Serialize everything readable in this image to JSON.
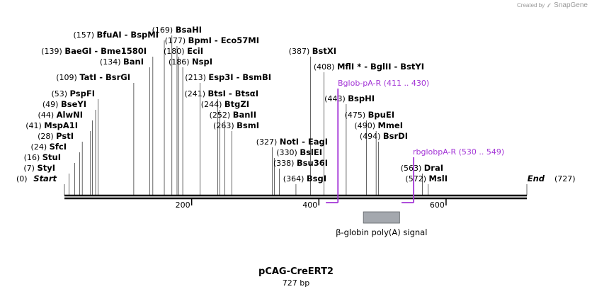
{
  "credit": {
    "prefix": "Created by",
    "brand": "SnapGene"
  },
  "plasmid": {
    "name": "pCAG-CreERT2",
    "length_label": "727 bp",
    "length_bp": 727
  },
  "sites": [
    {
      "pos": "(0)",
      "bp": 0,
      "names": [
        "Start"
      ],
      "italic": true
    },
    {
      "pos": "(7)",
      "bp": 7,
      "names": [
        "StyI"
      ]
    },
    {
      "pos": "(16)",
      "bp": 16,
      "names": [
        "StuI"
      ]
    },
    {
      "pos": "(24)",
      "bp": 24,
      "names": [
        "SfcI"
      ]
    },
    {
      "pos": "(28)",
      "bp": 28,
      "names": [
        "PstI"
      ]
    },
    {
      "pos": "(41)",
      "bp": 41,
      "names": [
        "MspA1I"
      ]
    },
    {
      "pos": "(44)",
      "bp": 44,
      "names": [
        "AlwNI"
      ]
    },
    {
      "pos": "(49)",
      "bp": 49,
      "names": [
        "BseYI"
      ]
    },
    {
      "pos": "(53)",
      "bp": 53,
      "names": [
        "PspFI"
      ]
    },
    {
      "pos": "(109)",
      "bp": 109,
      "names": [
        "TatI",
        "BsrGI"
      ]
    },
    {
      "pos": "(134)",
      "bp": 134,
      "names": [
        "BanI"
      ]
    },
    {
      "pos": "(139)",
      "bp": 139,
      "names": [
        "BaeGI",
        "Bme1580I"
      ]
    },
    {
      "pos": "(157)",
      "bp": 157,
      "names": [
        "BfuAI",
        "BspMI"
      ]
    },
    {
      "pos": "(169)",
      "bp": 169,
      "names": [
        "BsaHI"
      ]
    },
    {
      "pos": "(177)",
      "bp": 177,
      "names": [
        "BpmI",
        "Eco57MI"
      ]
    },
    {
      "pos": "(180)",
      "bp": 180,
      "names": [
        "EciI"
      ]
    },
    {
      "pos": "(186)",
      "bp": 186,
      "names": [
        "NspI"
      ]
    },
    {
      "pos": "(213)",
      "bp": 213,
      "names": [
        "Esp3I",
        "BsmBI"
      ]
    },
    {
      "pos": "(241)",
      "bp": 241,
      "names": [
        "BtsI",
        "BtsαI"
      ]
    },
    {
      "pos": "(244)",
      "bp": 244,
      "names": [
        "BtgZI"
      ]
    },
    {
      "pos": "(252)",
      "bp": 252,
      "names": [
        "BanII"
      ]
    },
    {
      "pos": "(263)",
      "bp": 263,
      "names": [
        "BsmI"
      ]
    },
    {
      "pos": "(327)",
      "bp": 327,
      "names": [
        "NotI",
        "EagI"
      ]
    },
    {
      "pos": "(330)",
      "bp": 330,
      "names": [
        "BslEI"
      ]
    },
    {
      "pos": "(338)",
      "bp": 338,
      "names": [
        "Bsu36I"
      ]
    },
    {
      "pos": "(364)",
      "bp": 364,
      "names": [
        "BsgI"
      ]
    },
    {
      "pos": "(387)",
      "bp": 387,
      "names": [
        "BstXI"
      ]
    },
    {
      "pos": "(408)",
      "bp": 408,
      "names": [
        "MflI *",
        "BglII",
        "BstYI"
      ]
    },
    {
      "pos": "(443)",
      "bp": 443,
      "names": [
        "BspHI"
      ]
    },
    {
      "pos": "(475)",
      "bp": 475,
      "names": [
        "BpuEI"
      ]
    },
    {
      "pos": "(490)",
      "bp": 490,
      "names": [
        "MmeI"
      ]
    },
    {
      "pos": "(494)",
      "bp": 494,
      "names": [
        "BsrDI"
      ]
    },
    {
      "pos": "(563)",
      "bp": 563,
      "names": [
        "DraI"
      ]
    },
    {
      "pos": "(572)",
      "bp": 572,
      "names": [
        "MslI"
      ]
    },
    {
      "pos": "(727)",
      "bp": 727,
      "names": [
        "End"
      ],
      "italic": true
    }
  ],
  "primers": [
    {
      "name": "Bglob-pA-R",
      "range": "(411 .. 430)",
      "start": 411,
      "end": 430,
      "direction": "reverse"
    },
    {
      "name": "rbglobpA-R",
      "range": "(530 .. 549)",
      "start": 530,
      "end": 549,
      "direction": "reverse"
    }
  ],
  "features": [
    {
      "name": "β-globin poly(A) signal",
      "start": 470,
      "end": 527
    }
  ],
  "ruler": {
    "ticks": [
      "200",
      "400",
      "600"
    ],
    "tick_values": [
      200,
      400,
      600
    ]
  },
  "colors": {
    "primer": "#a335d6",
    "feature_fill": "#a4a8ae",
    "feature_stroke": "#5d6166",
    "line": "#000000"
  }
}
